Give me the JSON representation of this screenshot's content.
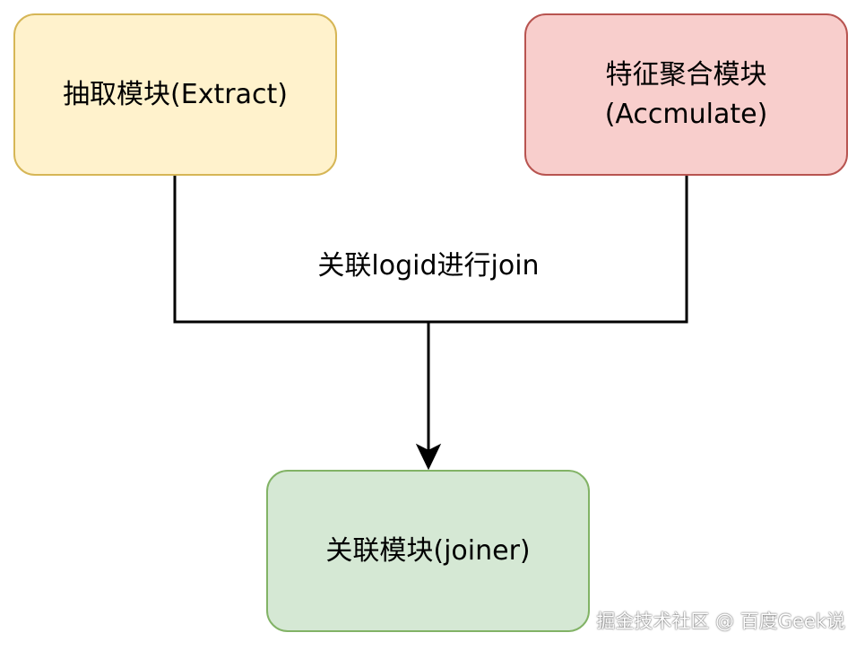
{
  "nodes": {
    "extract": {
      "label": "抽取模块(Extract)"
    },
    "accumulate": {
      "line1": "特征聚合模块",
      "line2": "(Accmulate)"
    },
    "joiner": {
      "label": "关联模块(joiner)"
    }
  },
  "edge_label": "关联logid进行join",
  "watermark": "掘金技术社区 @ 百度Geek说",
  "colors": {
    "extract_fill": "#fff2cc",
    "extract_border": "#d6b656",
    "accumulate_fill": "#f8cecc",
    "accumulate_border": "#b85450",
    "joiner_fill": "#d5e8d4",
    "joiner_border": "#82b366",
    "connector": "#000000"
  }
}
